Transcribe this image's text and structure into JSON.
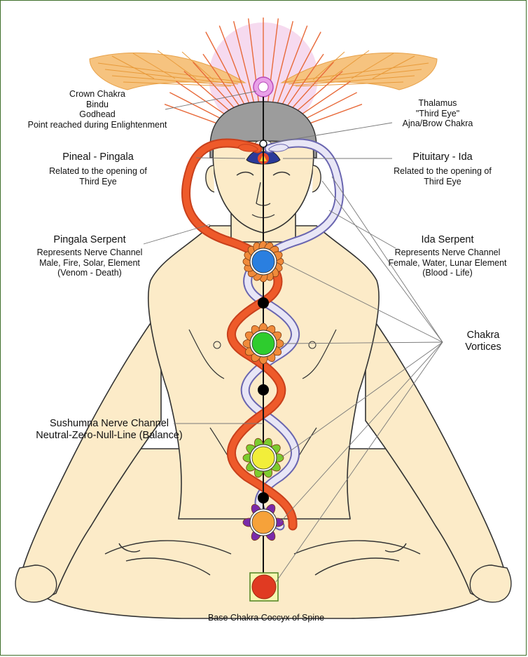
{
  "labels": {
    "crown": [
      "Crown Chakra",
      "Bindu",
      "Godhead",
      "Point reached during Enlightenment"
    ],
    "thalamus": [
      "Thalamus",
      "\"Third Eye\"",
      "Ajna/Brow Chakra"
    ],
    "pineal_title": "Pineal - Pingala",
    "pineal_desc": [
      "Related to the opening of",
      "Third Eye"
    ],
    "pituitary_title": "Pituitary - Ida",
    "pituitary_desc": [
      "Related to the opening of",
      "Third Eye"
    ],
    "pingala_title": "Pingala Serpent",
    "pingala_desc": [
      "Represents Nerve Channel",
      "Male, Fire, Solar, Element",
      "(Venom - Death)"
    ],
    "ida_title": "Ida Serpent",
    "ida_desc": [
      "Represents Nerve Channel",
      "Female, Water, Lunar Element",
      "(Blood - Life)"
    ],
    "vortices": [
      "Chakra",
      "Vortices"
    ],
    "sushumna": [
      "Sushumna Nerve Channel",
      "Neutral-Zero-Null-Line (Balance)"
    ],
    "base": "Base Chakra Coccyx of Spine"
  },
  "colors": {
    "skin": "#fcebc8",
    "outline": "#333333",
    "hair": "#9a9a9a",
    "pingala": "#ee5a2a",
    "ida": "#e8e6f6",
    "ida_outline": "#6a66b0",
    "wings": "#f6c37f",
    "rays": "#e86a3a",
    "halo": "#f2c8e8",
    "chakra_throat": "#2a7fe0",
    "chakra_heart": "#2ecc2e",
    "chakra_solar": "#f2ee3a",
    "chakra_sacral": "#f6a23a",
    "chakra_root": "#e03a22",
    "petals_orange": "#f08a3a",
    "petals_green": "#7ccc2e",
    "petals_purple": "#7a2aaa",
    "frame": "#3f6f2a"
  }
}
